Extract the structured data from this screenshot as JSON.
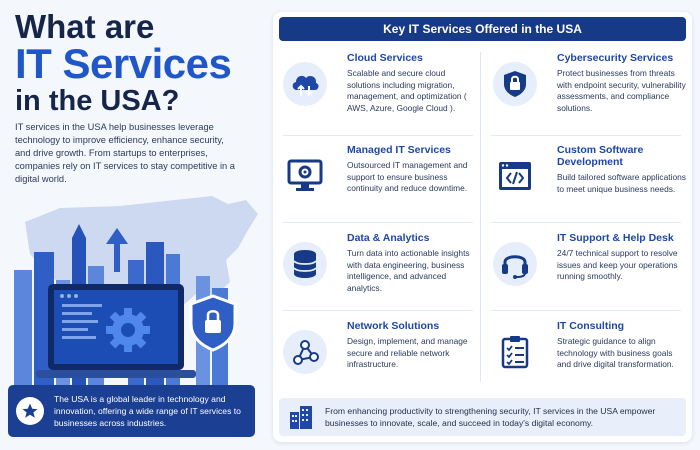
{
  "hero": {
    "title_line1": "What are",
    "title_line2": "IT Services",
    "title_line3": "in the USA?",
    "intro": "IT services in the USA help businesses leverage technology to improve efficiency, enhance security, and drive growth. From startups to enterprises, companies rely on IT services to stay competitive in a digital world."
  },
  "banner": {
    "icon": "star-icon",
    "text": "The USA is a global leader in technology and innovation, offering a wide range of IT services to businesses across industries."
  },
  "panel": {
    "heading": "Key IT Services Offered in the USA",
    "services": [
      {
        "title": "Cloud Services",
        "desc": "Scalable and secure cloud solutions including migration, management, and optimization ( AWS, Azure, Google Cloud ).",
        "icon": "cloud-icon"
      },
      {
        "title": "Cybersecurity Services",
        "desc": "Protect businesses from threats with endpoint security, vulnerability assessments, and compliance solutions.",
        "icon": "lock-icon"
      },
      {
        "title": "Managed IT Services",
        "desc": "Outsourced IT management and support to ensure business continuity and reduce downtime.",
        "icon": "monitor-gear-icon"
      },
      {
        "title": "Custom Software Development",
        "desc": "Build tailored software applications to meet unique business needs.",
        "icon": "code-window-icon"
      },
      {
        "title": "Data & Analytics",
        "desc": "Turn data into actionable insights with data engineering, business intelligence, and advanced analytics.",
        "icon": "database-icon"
      },
      {
        "title": "IT Support & Help Desk",
        "desc": "24/7 technical support to resolve issues and keep your operations running smoothly.",
        "icon": "headset-icon"
      },
      {
        "title": "Network Solutions",
        "desc": "Design, implement, and manage secure and reliable network infrastructure.",
        "icon": "network-icon"
      },
      {
        "title": "IT Consulting",
        "desc": "Strategic guidance to align technology with business goals and drive digital transformation.",
        "icon": "clipboard-check-icon"
      }
    ]
  },
  "footer": {
    "icon": "buildings-icon",
    "text": "From enhancing productivity to strengthening security, IT services in the USA empower businesses to innovate, scale, and succeed in today's digital economy."
  },
  "colors": {
    "navy": "#163a86",
    "accent_blue": "#1f56c8",
    "title_dark": "#16254a",
    "light_bg": "#e9effa"
  }
}
